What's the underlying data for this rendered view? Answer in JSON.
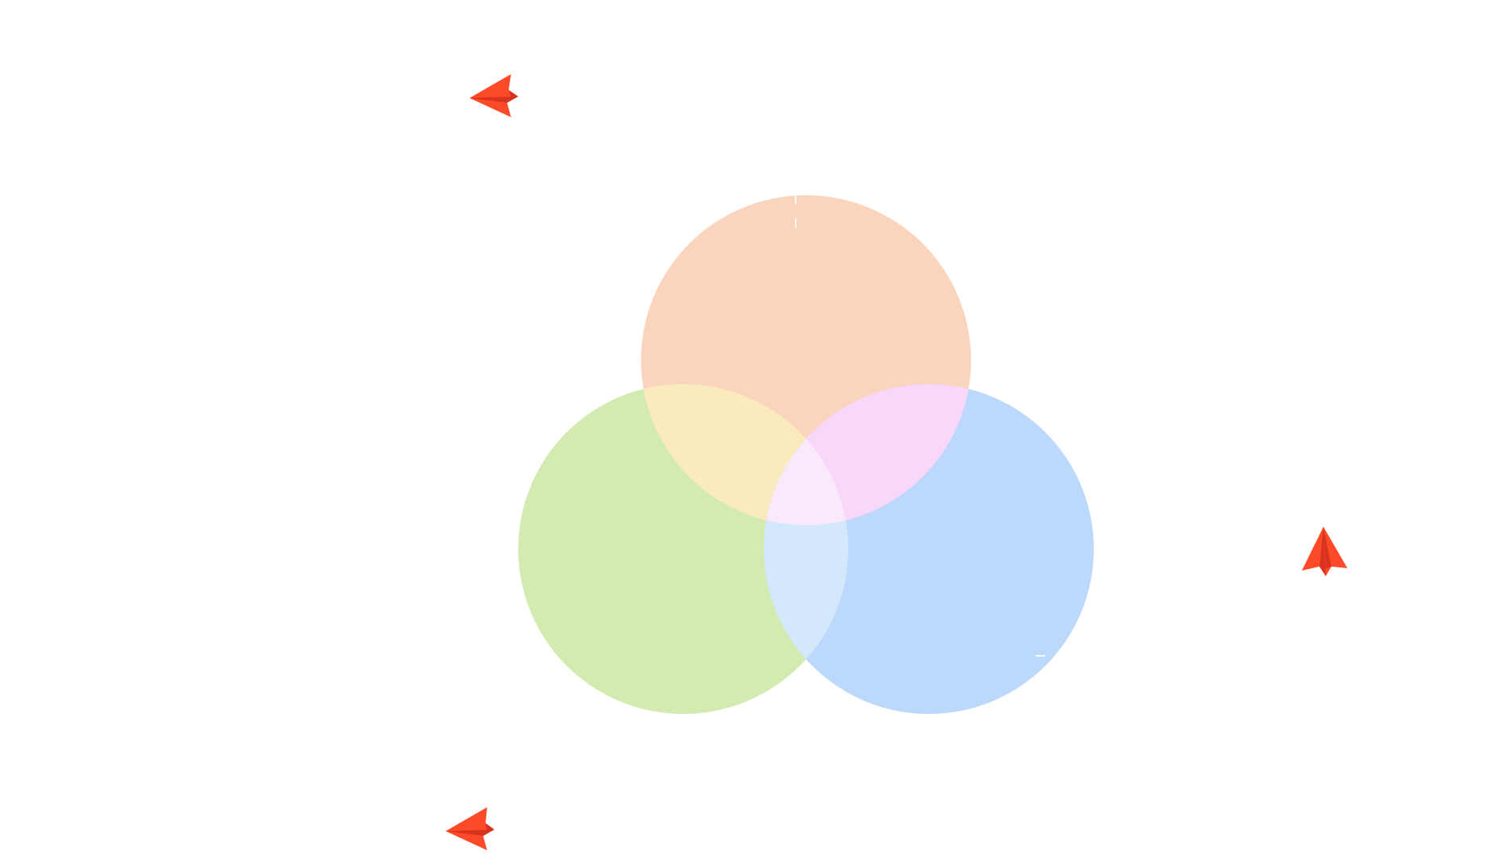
{
  "diagram": {
    "type": "venn",
    "circles": [
      {
        "id": "top",
        "color": "#FBD4BE"
      },
      {
        "id": "left",
        "color": "#D3EBB1"
      },
      {
        "id": "right",
        "color": "#BCD8FA"
      }
    ],
    "overlaps": [
      {
        "id": "top-left",
        "color": "#FBEABE"
      },
      {
        "id": "top-right",
        "color": "#F9D7FA"
      },
      {
        "id": "left-right",
        "color": "#D3E9FB"
      },
      {
        "id": "center",
        "color": "#F9E9FB"
      }
    ]
  },
  "decorations": {
    "paper_plane_color": "#FF4A2A",
    "paper_plane_shade": "#D8331E",
    "paper_planes": [
      {
        "id": "plane-top-left",
        "icon": "paper-plane-icon",
        "heading": "left"
      },
      {
        "id": "plane-right",
        "icon": "paper-plane-icon",
        "heading": "up"
      },
      {
        "id": "plane-bottom-left",
        "icon": "paper-plane-icon",
        "heading": "left"
      }
    ]
  }
}
